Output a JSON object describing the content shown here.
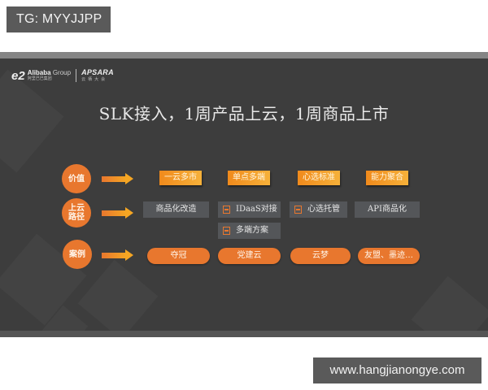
{
  "watermarks": {
    "top": "TG: MYYJJPP",
    "bottom": "www.hangjianongye.com"
  },
  "slide": {
    "logo": {
      "mark": "e2",
      "brand": "Alibaba",
      "brand_suffix": "Group",
      "brand_cn": "阿里巴巴集团",
      "event": "APSARA",
      "event_cn": "云栖大会"
    },
    "title": "SLK接入，1周产品上云，1周商品上市",
    "rows": {
      "value": {
        "label": "价值",
        "tags": [
          "一云多市",
          "单点多端",
          "心选标准",
          "能力聚合"
        ]
      },
      "path": {
        "label_line1": "上云",
        "label_line2": "路径",
        "items": [
          {
            "text": "商品化改造",
            "icon": "none"
          },
          {
            "text": "IDaaS对接",
            "icon": "doc-icon"
          },
          {
            "text": "多端方案",
            "icon": "doc-icon"
          },
          {
            "text": "心选托管",
            "icon": "doc-icon"
          },
          {
            "text": "API商品化",
            "icon": "none"
          }
        ]
      },
      "cases": {
        "label": "案例",
        "items": [
          "夺冠",
          "党建云",
          "云梦",
          "友盟、墨迹…"
        ]
      }
    },
    "colors": {
      "background": "#3d3d3d",
      "accent_orange": "#e8772e",
      "tag_gradient_start": "#f08a1c",
      "tag_gradient_end": "#f6b13a",
      "path_box": "#545659"
    }
  }
}
